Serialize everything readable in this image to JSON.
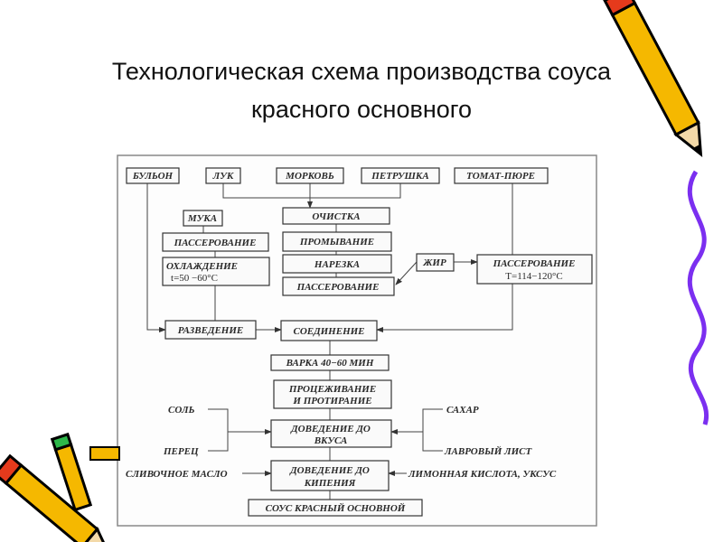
{
  "slide": {
    "title_line1": "Технологическая схема производства соуса",
    "title_line2": "красного основного"
  },
  "diagram": {
    "nodes": {
      "bulon": "БУЛЬОН",
      "luk": "ЛУК",
      "morkov": "МОРКОВЬ",
      "petrushka": "ПЕТРУШКА",
      "tomat": "ТОМАТ-ПЮРЕ",
      "muka": "МУКА",
      "passer_left": "ПАССЕРОВАНИЕ",
      "ohlazhdenie": "ОХЛАЖДЕНИЕ",
      "ohlazhdenie_temp": "t=50 −60°C",
      "ochistka": "ОЧИСТКА",
      "promyvanie": "ПРОМЫВАНИЕ",
      "narezka": "НАРЕЗКА",
      "passer_mid": "ПАССЕРОВАНИЕ",
      "zhir": "ЖИР",
      "passer_right": "ПАССЕРОВАНИЕ",
      "passer_right_temp": "T=114−120°C",
      "razvedenie": "РАЗВЕДЕНИЕ",
      "soedinenie": "СОЕДИНЕНИЕ",
      "varka": "ВАРКА 40−60 МИН",
      "procezh_1": "ПРОЦЕЖИВАНИЕ",
      "procezh_2": "И ПРОТИРАНИЕ",
      "vkus_1": "ДОВЕДЕНИЕ ДО",
      "vkus_2": "ВКУСА",
      "kipenie_1": "ДОВЕДЕНИЕ ДО",
      "kipenie_2": "КИПЕНИЯ",
      "result": "СОУС КРАСНЫЙ ОСНОВНОЙ"
    },
    "inputs": {
      "sol": "СОЛЬ",
      "perec": "ПЕРЕЦ",
      "sahar": "САХАР",
      "lavr": "ЛАВРОВЫЙ ЛИСТ",
      "maslo": "СЛИВОЧНОЕ МАСЛО",
      "kislota": "ЛИМОННАЯ КИСЛОТА, УКСУС"
    }
  }
}
